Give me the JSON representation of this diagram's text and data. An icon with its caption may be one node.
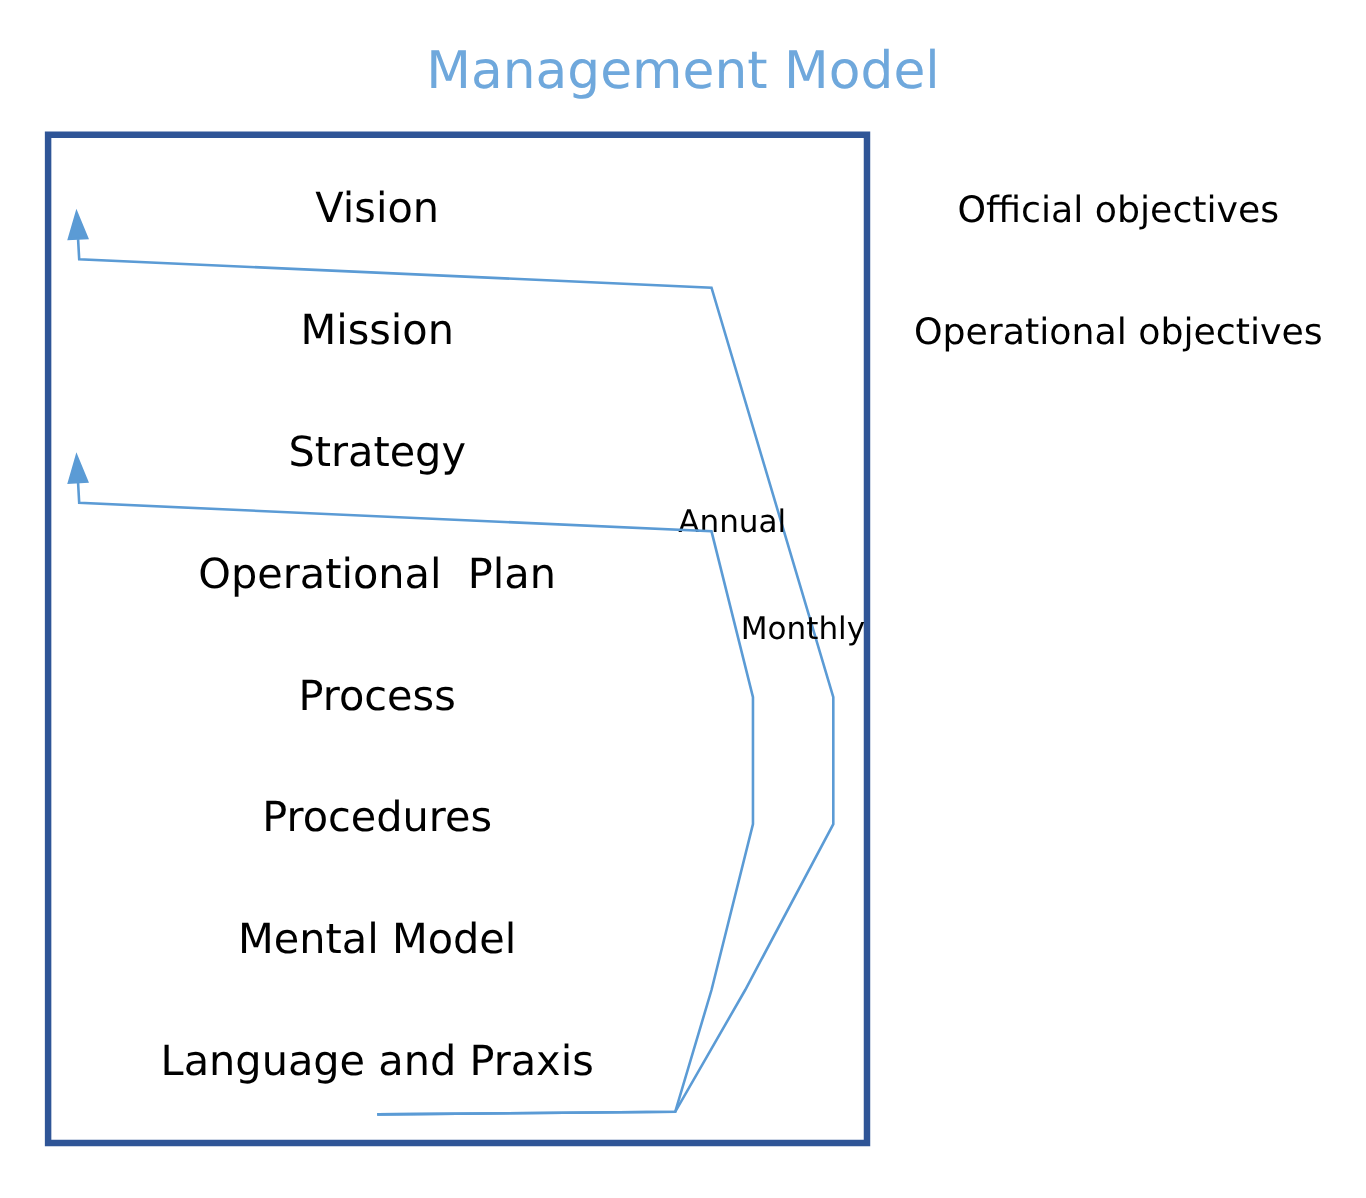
{
  "diagram": {
    "title": "Management Model",
    "nodes": [
      {
        "text": [],
        "shape": "box"
      },
      {
        "text": [
          "Vision"
        ],
        "in": 0
      },
      {
        "text": [
          "Mission"
        ],
        "in": 0
      },
      {
        "text": [
          "Strategy"
        ],
        "in": 0
      },
      {
        "text": [
          "Operational  Plan"
        ],
        "in": 0
      },
      {
        "text": [
          "Process"
        ],
        "in": 0
      },
      {
        "text": [
          "Procedures"
        ],
        "in": 0
      },
      {
        "text": [
          "Mental Model"
        ],
        "in": 0
      },
      {
        "text": [
          "Language and Praxis"
        ],
        "in": 0
      }
    ],
    "edges": [
      {
        "from": 0,
        "to": 1,
        "arrow": "to",
        "label": "Annual"
      },
      {
        "from": 0,
        "to": 3,
        "arrow": "to",
        "label": "Monthly"
      }
    ],
    "labels": [
      "Official objectives",
      "Operational objectives"
    ]
  }
}
